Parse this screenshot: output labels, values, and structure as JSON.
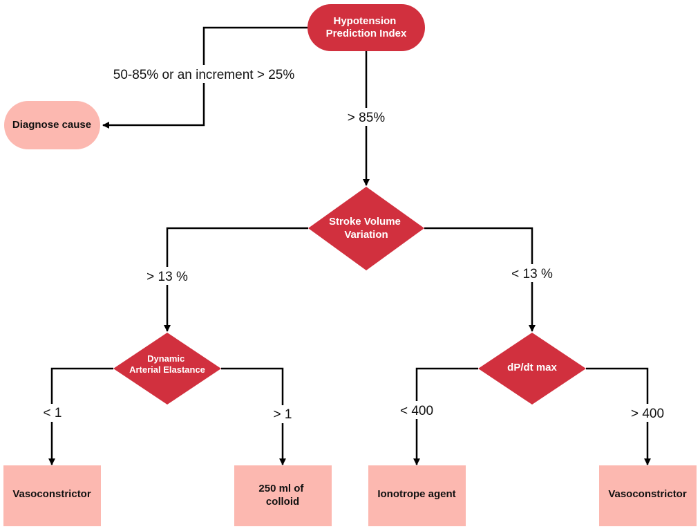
{
  "colors": {
    "dark_node": "#d1303e",
    "light_node": "#fcb8b0",
    "edge": "#000000"
  },
  "nodes": {
    "hpi": [
      "Hypotension",
      "Prediction Index"
    ],
    "diagnose": [
      "Diagnose cause"
    ],
    "svv": [
      "Stroke Volume",
      "Variation"
    ],
    "dae": [
      "Dynamic",
      "Arterial Elastance"
    ],
    "dpdt": [
      "dP/dt max"
    ],
    "vaso_left": [
      "Vasoconstrictor"
    ],
    "colloid": [
      "250 ml of",
      "colloid"
    ],
    "inotrope": [
      "Ionotrope agent"
    ],
    "vaso_right": [
      "Vasoconstrictor"
    ]
  },
  "edges": {
    "hpi_diagnose": "50-85% or an increment > 25%",
    "hpi_svv": "> 85%",
    "svv_dae": "> 13 %",
    "svv_dpdt": "< 13 %",
    "dae_vaso": "< 1",
    "dae_colloid": "> 1",
    "dpdt_inotrope": "< 400",
    "dpdt_vaso": "> 400"
  }
}
